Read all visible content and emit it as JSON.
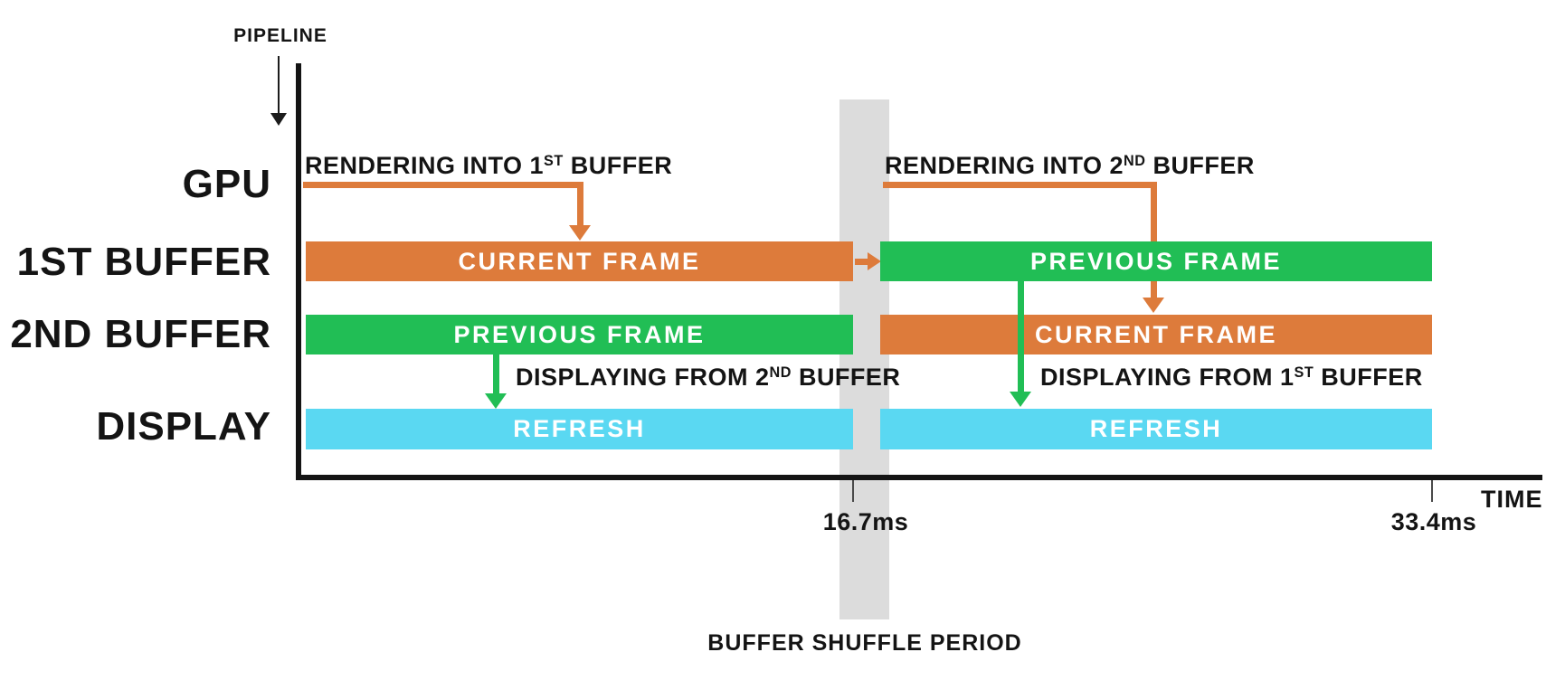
{
  "pipeline": {
    "label": "PIPELINE"
  },
  "axis": {
    "time_label": "TIME",
    "ticks": [
      "16.7ms",
      "33.4ms"
    ]
  },
  "rows": [
    {
      "label": "GPU"
    },
    {
      "label": "1ST BUFFER"
    },
    {
      "label": "2ND BUFFER"
    },
    {
      "label": "DISPLAY"
    }
  ],
  "bars": [
    {
      "label": "CURRENT FRAME",
      "color": "orange",
      "row": "1ST BUFFER",
      "period": "first"
    },
    {
      "label": "PREVIOUS FRAME",
      "color": "green",
      "row": "1ST BUFFER",
      "period": "second"
    },
    {
      "label": "PREVIOUS FRAME",
      "color": "green",
      "row": "2ND BUFFER",
      "period": "first"
    },
    {
      "label": "CURRENT FRAME",
      "color": "orange",
      "row": "2ND BUFFER",
      "period": "second"
    },
    {
      "label": "REFRESH",
      "color": "cyan",
      "row": "DISPLAY",
      "period": "first"
    },
    {
      "label": "REFRESH",
      "color": "cyan",
      "row": "DISPLAY",
      "period": "second"
    }
  ],
  "annotations": {
    "rendering_first": {
      "pre": "RENDERING INTO 1",
      "sup": "ST",
      "post": " BUFFER"
    },
    "rendering_second": {
      "pre": "RENDERING INTO 2",
      "sup": "ND",
      "post": " BUFFER"
    },
    "displaying_second": {
      "pre": "DISPLAYING FROM 2",
      "sup": "ND",
      "post": " BUFFER"
    },
    "displaying_first": {
      "pre": "DISPLAYING FROM 1",
      "sup": "ST",
      "post": " BUFFER"
    }
  },
  "footer": {
    "buffer_shuffle_label": "BUFFER SHUFFLE PERIOD"
  },
  "colors": {
    "orange": "#DD7B3B",
    "green": "#21BE55",
    "cyan": "#5AD8F2",
    "band-gray": "#DCDCDC",
    "ink": "#141414"
  }
}
